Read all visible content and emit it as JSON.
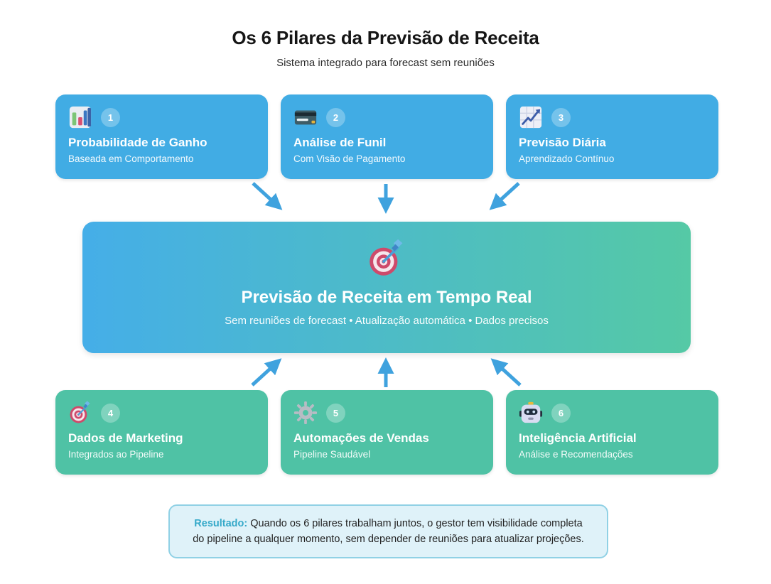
{
  "header": {
    "title": "Os 6 Pilares da Previsão de Receita",
    "subtitle": "Sistema integrado para forecast sem reuniões"
  },
  "pillars_top": [
    {
      "number": "1",
      "title": "Probabilidade de Ganho",
      "subtitle": "Baseada em Comportamento",
      "icon": "bar-chart-icon"
    },
    {
      "number": "2",
      "title": "Análise de Funil",
      "subtitle": "Com Visão de Pagamento",
      "icon": "credit-card-icon"
    },
    {
      "number": "3",
      "title": "Previsão Diária",
      "subtitle": "Aprendizado Contínuo",
      "icon": "chart-increasing-icon"
    }
  ],
  "center": {
    "title": "Previsão de Receita em Tempo Real",
    "subtitle": "Sem reuniões de forecast • Atualização automática • Dados precisos",
    "icon": "target-icon"
  },
  "pillars_bottom": [
    {
      "number": "4",
      "title": "Dados de Marketing",
      "subtitle": "Integrados ao Pipeline",
      "icon": "target-icon"
    },
    {
      "number": "5",
      "title": "Automações de Vendas",
      "subtitle": "Pipeline Saudável",
      "icon": "gear-icon"
    },
    {
      "number": "6",
      "title": "Inteligência Artificial",
      "subtitle": "Análise e Recomendações",
      "icon": "robot-icon"
    }
  ],
  "result": {
    "label": "Resultado:",
    "text": " Quando os 6 pilares trabalham juntos, o gestor tem visibilidade completa do pipeline a qualquer momento, sem depender de reuniões para atualizar projeções."
  },
  "colors": {
    "blue_card": "#41ACE4",
    "green_card": "#4FC2A5",
    "center_gradient_start": "#45AEE8",
    "center_gradient_end": "#55C9A5",
    "arrow": "#3FA2DE",
    "result_bg": "#DFF2F9",
    "result_border": "#90D1E5",
    "result_label_color": "#35A9C9"
  }
}
